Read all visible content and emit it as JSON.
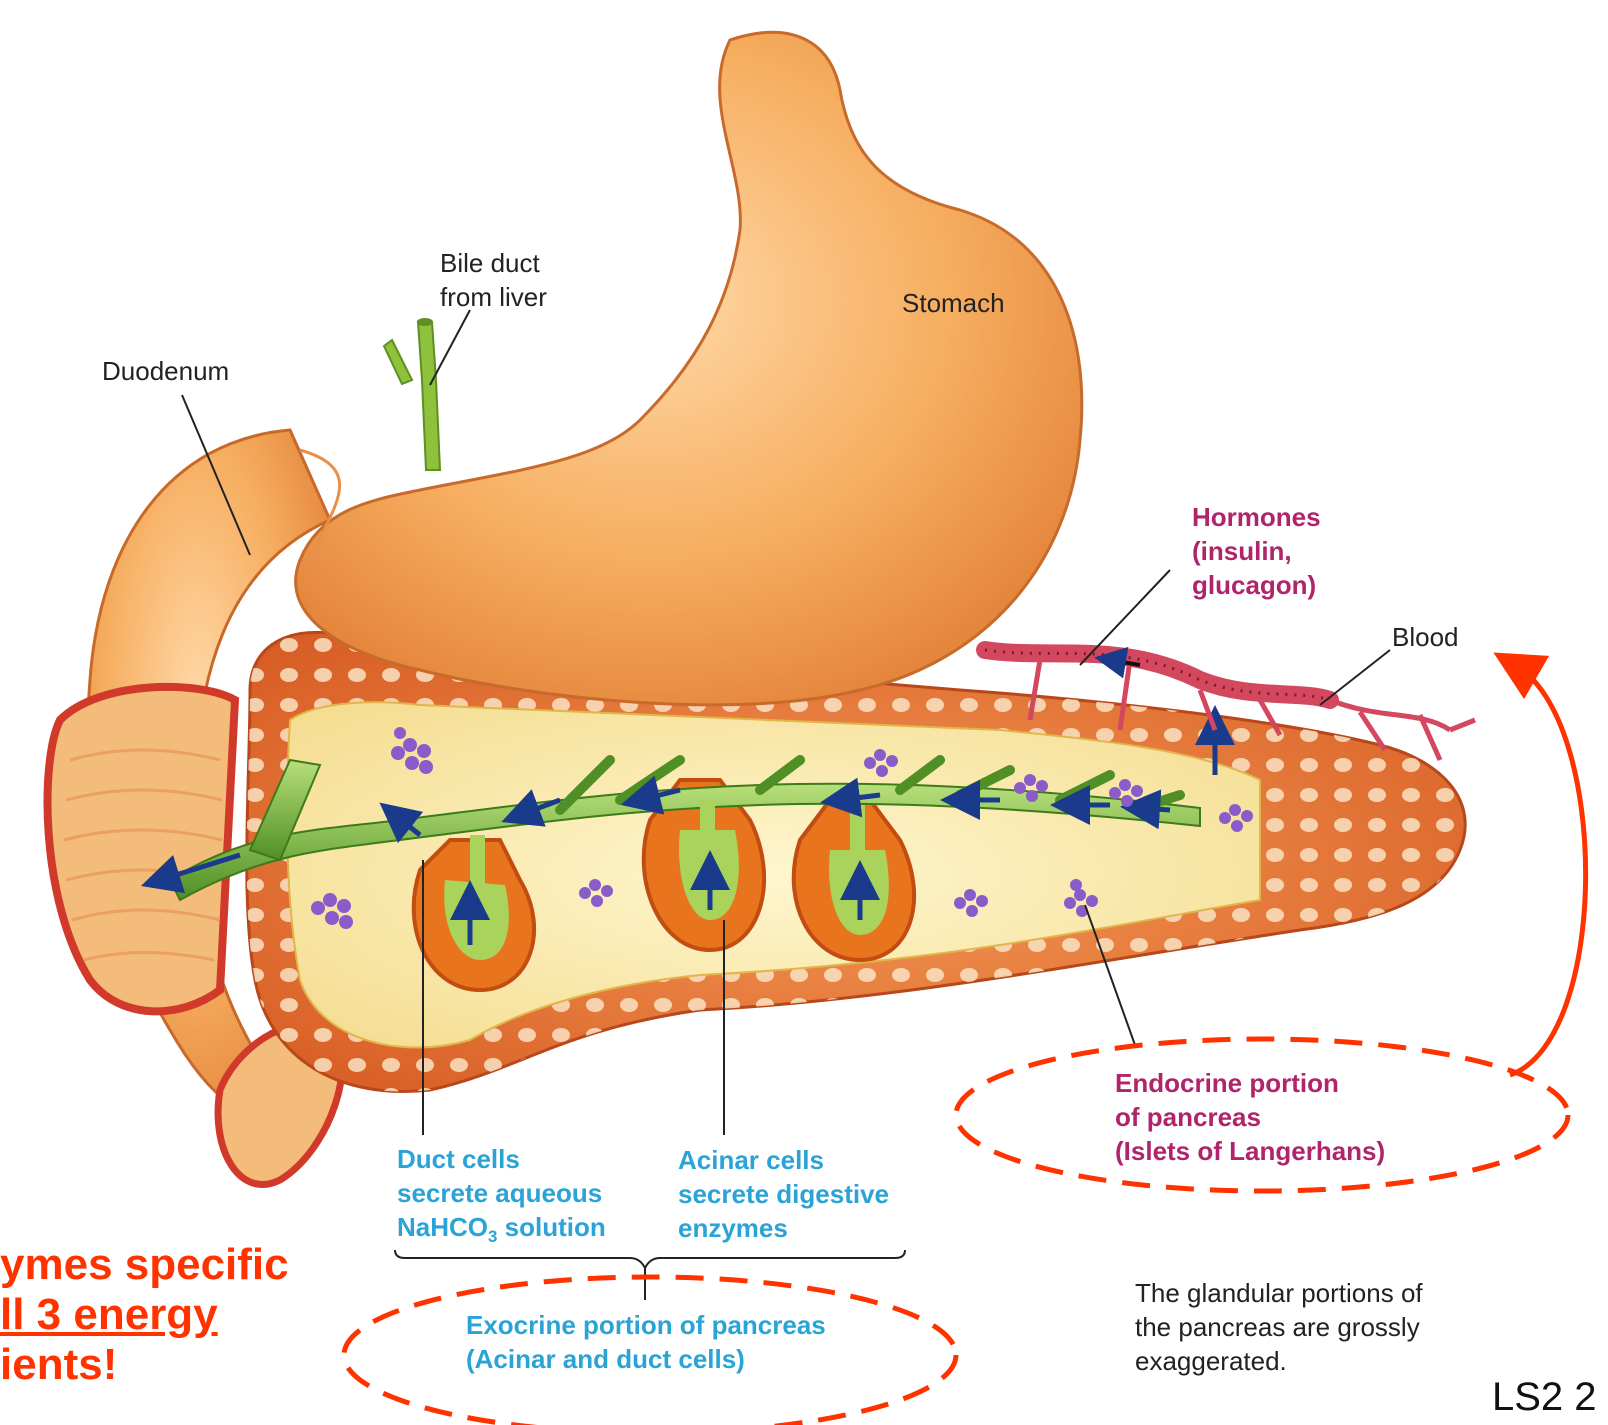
{
  "labels": {
    "bile_duct_line1": "Bile duct",
    "bile_duct_line2": "from liver",
    "stomach": "Stomach",
    "duodenum": "Duodenum",
    "hormones_line1": "Hormones",
    "hormones_line2": "(insulin,",
    "hormones_line3": "glucagon)",
    "blood": "Blood",
    "endocrine_line1": "Endocrine portion",
    "endocrine_line2": "of pancreas",
    "endocrine_line3": "(Islets of Langerhans)",
    "duct_cells_line1": "Duct cells",
    "duct_cells_line2": "secrete aqueous",
    "duct_cells_line3_a": "NaHCO",
    "duct_cells_line3_sub": "3",
    "duct_cells_line3_b": " solution",
    "acinar_line1": "Acinar cells",
    "acinar_line2": "secrete digestive",
    "acinar_line3": "enzymes",
    "exocrine_line1": "Exocrine portion of pancreas",
    "exocrine_line2": "(Acinar and duct cells)",
    "note_line1": "The glandular portions of",
    "note_line2": "the pancreas are grossly",
    "note_line3": "exaggerated."
  },
  "overlay": {
    "red_line1": "ymes specific",
    "red_line2": "ll 3 energy",
    "red_line3": "ients!",
    "footer": "LS2 2"
  },
  "colors": {
    "organ": "#f2a55a",
    "pancreas": "#e8743a",
    "duct": "#7fb93a",
    "arrow": "#1a3a8c",
    "islet": "#8a5cc9",
    "blood": "#d4485f",
    "annotation_red": "#ff3300",
    "magenta_text": "#b0246b",
    "blue_text": "#2aa3d6"
  }
}
